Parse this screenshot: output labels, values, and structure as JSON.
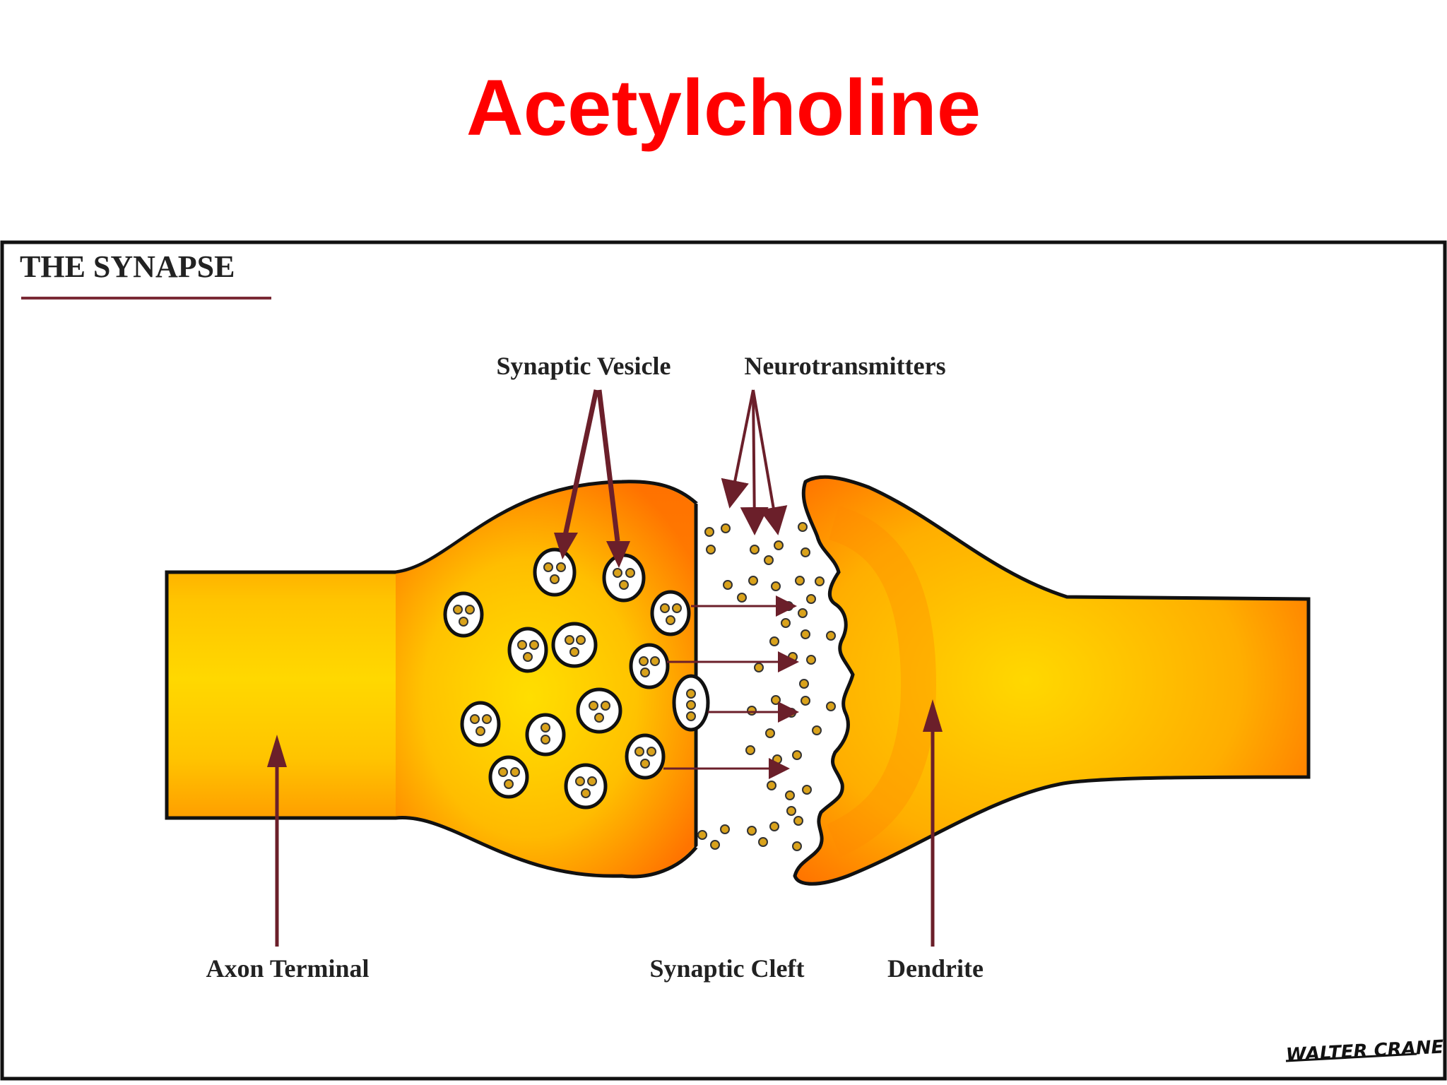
{
  "slide": {
    "title": "Acetylcholine"
  },
  "figure": {
    "heading": "THE SYNAPSE",
    "labels": {
      "synaptic_vesicle": "Synaptic Vesicle",
      "neurotransmitters": "Neurotransmitters",
      "axon_terminal": "Axon Terminal",
      "synaptic_cleft": "Synaptic Cleft",
      "dendrite": "Dendrite"
    },
    "signature": "WALTER CRANE"
  },
  "colors": {
    "title": "#ff0000",
    "arrow": "#6b1f2a",
    "neuron_core": "#ffd400",
    "neuron_edge": "#ff7a00",
    "outline": "#111111"
  }
}
